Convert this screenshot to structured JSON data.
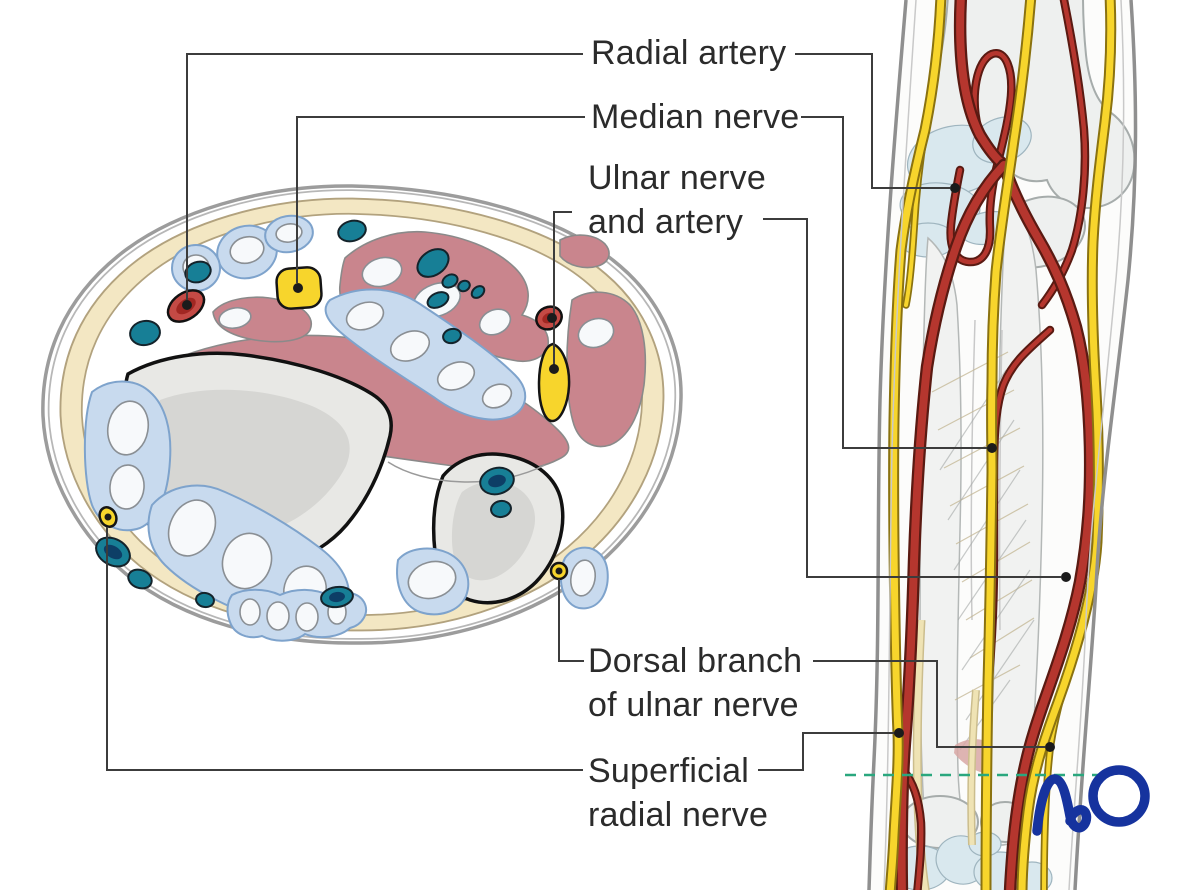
{
  "labels": {
    "radial_artery": "Radial artery",
    "median_nerve": "Median nerve",
    "ulnar_nerve_artery": "Ulnar nerve\nand artery",
    "dorsal_branch_ulnar": "Dorsal branch\nof ulnar nerve",
    "superficial_radial": "Superficial\nradial nerve"
  },
  "logo": {
    "text": "AO"
  },
  "colors": {
    "text_color": "#2b2b2b",
    "artery_red": "#b5362e",
    "artery_red_dark": "#a12722",
    "nerve_yellow": "#f7d52c",
    "vein_teal": "#177f96",
    "vein_navy": "#0d3e66",
    "muscle_pink": "#c9858d",
    "bone_fill": "#e8e8e5",
    "bone_inner": "#d6d6d3",
    "fat_cream": "#f3e7c3",
    "fat_edge": "#b2a27e",
    "skin_gray": "#9c9c9c",
    "sheath_blue": "#c8daee",
    "dashed_green": "#2aa77e",
    "logo_blue": "#16339e"
  }
}
